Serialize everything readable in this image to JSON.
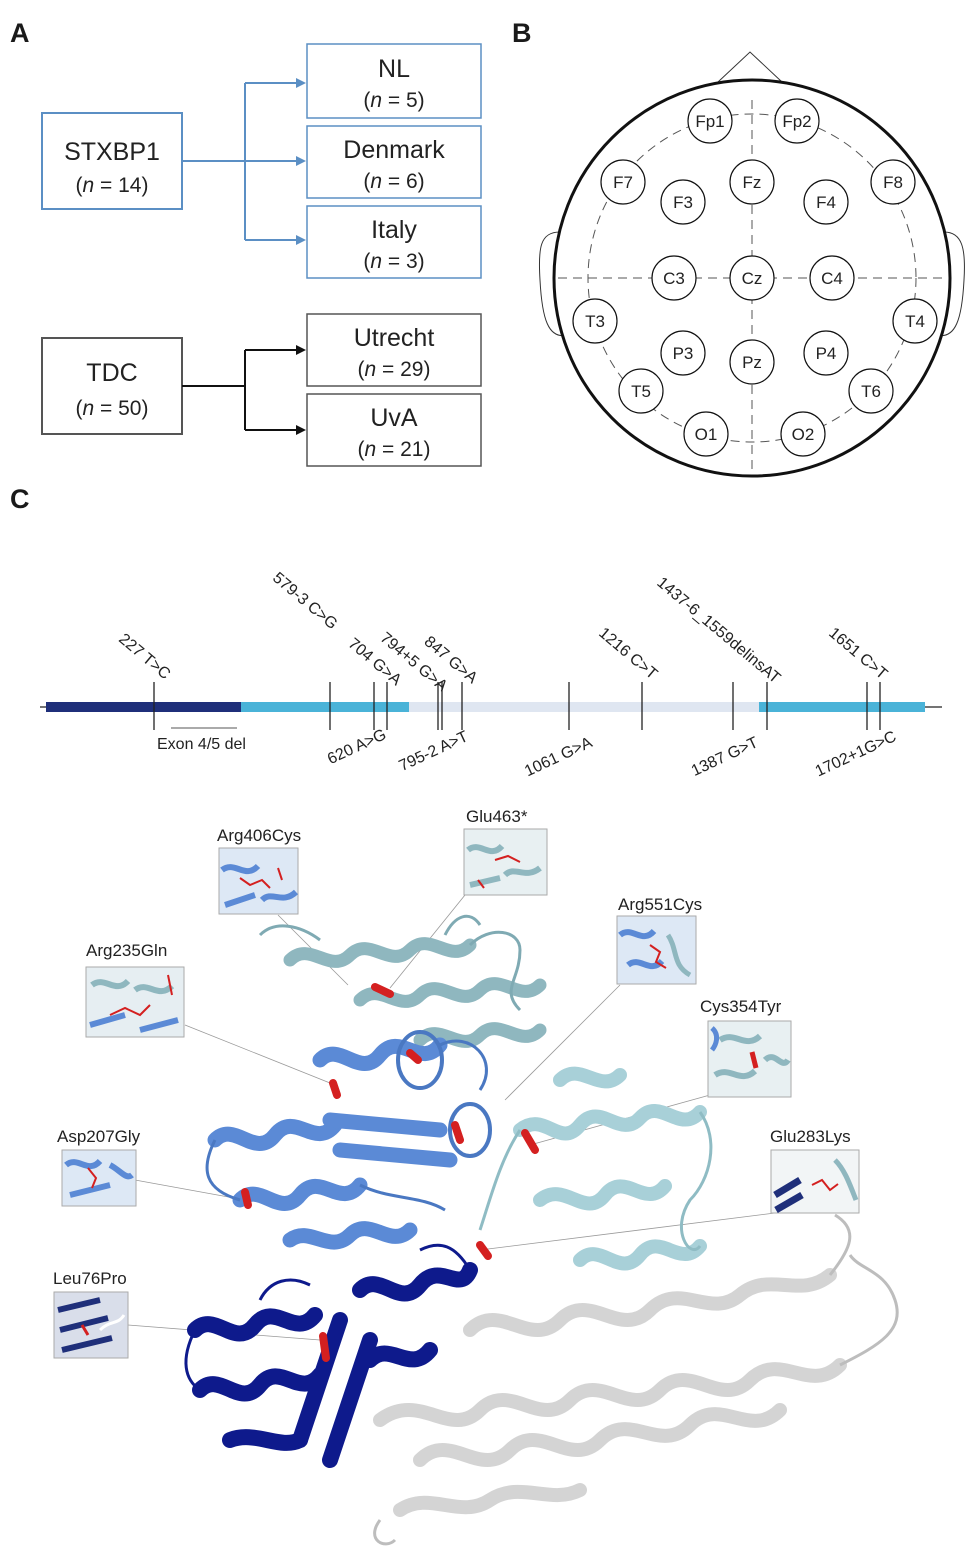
{
  "panels": {
    "a": "A",
    "b": "B",
    "c": "C"
  },
  "colors": {
    "stxbp1_box": "#5b8fc4",
    "tdc_box": "#555555",
    "domain_dark": "#1f2f7a",
    "domain_mid": "#4ab3d8",
    "domain_light": "#dfe6f1",
    "mutation_red": "#d42020",
    "ribbon_dark": "#0e1a8c",
    "ribbon_blue": "#5b8ad6",
    "ribbon_teal": "#8fb7bf",
    "ribbon_light_teal": "#a8d0d8",
    "ribbon_grey": "#dcdcdc"
  },
  "cohorts": {
    "stxbp1": {
      "label": "STXBP1",
      "n": "(n = 14)",
      "sites": [
        {
          "name": "NL",
          "n": "(n = 5)"
        },
        {
          "name": "Denmark",
          "n": "(n = 6)"
        },
        {
          "name": "Italy",
          "n": "(n = 3)"
        }
      ]
    },
    "tdc": {
      "label": "TDC",
      "n": "(n = 50)",
      "sites": [
        {
          "name": "Utrecht",
          "n": "(n = 29)"
        },
        {
          "name": "UvA",
          "n": "(n = 21)"
        }
      ]
    }
  },
  "eeg": {
    "electrodes": [
      "Fp1",
      "Fp2",
      "F7",
      "F3",
      "Fz",
      "F4",
      "F8",
      "C3",
      "Cz",
      "C4",
      "T3",
      "T4",
      "P3",
      "Pz",
      "P4",
      "T5",
      "T6",
      "O1",
      "O2"
    ]
  },
  "gene": {
    "variants_above": [
      "227 T>C",
      "579-3 C>G",
      "704 G>A",
      "794+5 G>A",
      "847 G>A",
      "1216 C>T",
      "1437-6_1559delinsAT",
      "1651 C>T"
    ],
    "variants_below": [
      "620 A>G",
      "795-2 A>T",
      "1061 G>A",
      "1387 G>T",
      "1702+1G>C"
    ],
    "deletion_label": "Exon 4/5 del"
  },
  "protein": {
    "mutations": [
      "Arg406Cys",
      "Glu463*",
      "Arg551Cys",
      "Arg235Gln",
      "Cys354Tyr",
      "Asp207Gly",
      "Glu283Lys",
      "Leu76Pro"
    ]
  }
}
